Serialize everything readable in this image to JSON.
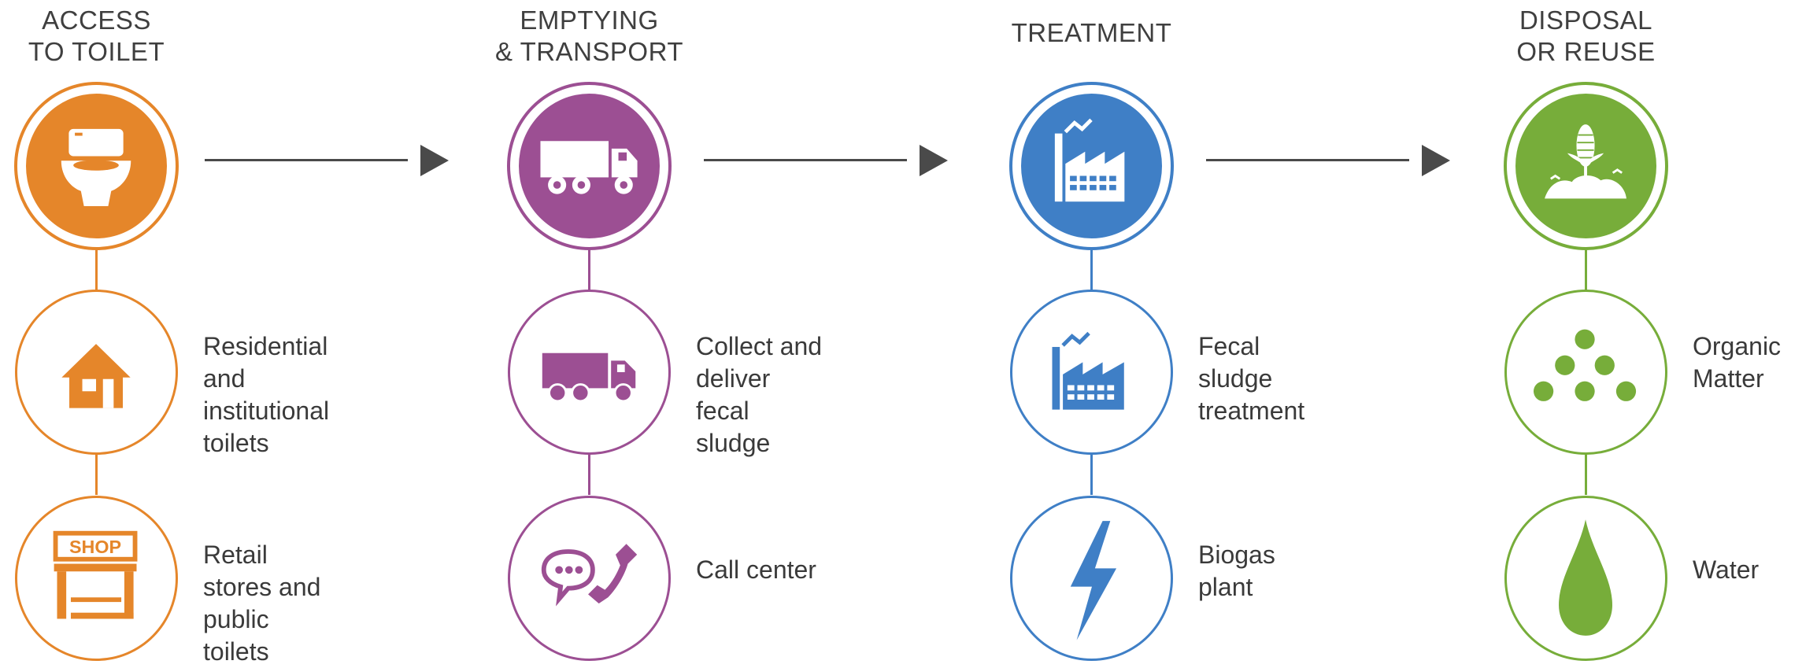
{
  "colors": {
    "access": "#e5862a",
    "transport": "#9c4f93",
    "treatment": "#3f7fc6",
    "disposal": "#77ad3a",
    "arrow": "#4a4a4a"
  },
  "stages": [
    {
      "title": "ACCESS\nTO TOILET",
      "top_icon": "toilet-icon",
      "items": [
        {
          "icon": "house-icon",
          "label": "Residential and\ninstitutional toilets"
        },
        {
          "icon": "shop-icon",
          "label": "Retail stores and\npublic toilets",
          "shop_sign": "SHOP"
        }
      ]
    },
    {
      "title": "EMPTYING\n& TRANSPORT",
      "top_icon": "truck-icon",
      "items": [
        {
          "icon": "truck-icon",
          "label": "Collect and deliver\nfecal sludge"
        },
        {
          "icon": "phone-chat-icon",
          "label": "Call center"
        }
      ]
    },
    {
      "title": "TREATMENT",
      "top_icon": "factory-icon",
      "items": [
        {
          "icon": "factory-icon",
          "label": "Fecal sludge\ntreatment"
        },
        {
          "icon": "lightning-icon",
          "label": "Biogas\nplant"
        }
      ]
    },
    {
      "title": "DISPOSAL\nOR REUSE",
      "top_icon": "corn-plant-icon",
      "items": [
        {
          "icon": "pellets-icon",
          "label": "Organic\nMatter"
        },
        {
          "icon": "water-drop-icon",
          "label": "Water"
        }
      ]
    }
  ]
}
